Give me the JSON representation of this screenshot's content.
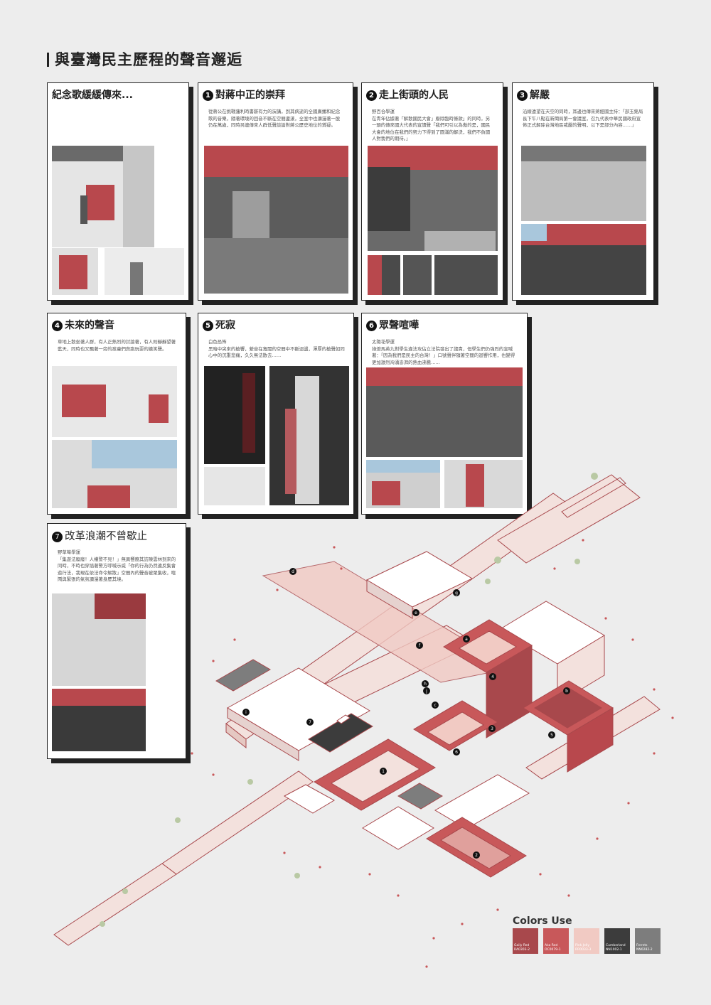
{
  "title": "與臺灣民主歷程的聲音邂逅",
  "cards": [
    {
      "num": "",
      "title": "紀念歌緩緩傳來...",
      "text": ""
    },
    {
      "num": "1",
      "title": "對蔣中正的崇拜",
      "text": "從蔣公在挑戰藩利時書跡有力的演講，到其病逝的全國廣播和紀念歌的音樂，隨著環境的回音不斷在空間盪漾，全室中也瀰漫著一股仍在萬歲，同時另邊傳來人群低聲談論對蔣公歷史地位的質疑。"
    },
    {
      "num": "2",
      "title": "走上街頭的人民",
      "text": "野百合學運\n在青年佔據著「解散國民大會」廢除臨時條款」的同時，另一頭的傳來國大代表的宣讀聲「我們可引以為傲的是，國民大會的地位在我們的努力下得到了圓滿的解決，我們不負國人對我們的期待。」"
    },
    {
      "num": "3",
      "title": "解嚴",
      "text": "沿線遠望在天空的同時，耳邊也傳來蔣經國主持：「部玉銘局長下午八點在新聞局第一會議室，召九代表中華民國政府宣佈正式解除台灣地區戒嚴的聲明，以下是部分內容……」"
    },
    {
      "num": "4",
      "title": "未來的聲音",
      "text": "草地上散坐著人群，有人正熱烈的討論著，有人則靜靜望著藍天，同時也又飄著一旁的孩童們奔跑玩耍的嬉笑聲。"
    },
    {
      "num": "5",
      "title": "死寂",
      "text": "白色恐怖\n黑暗中突來的槍響，縈音在寬闊的空間中不斷迴盪，渾厚的槍聲如同心中的沉重悲痛，久久無法散去……"
    },
    {
      "num": "6",
      "title": "眾聲喧嘩",
      "text": "太陽花學運\n綠燈馬英九對學生違法攻佔立法院發出了譴責，但學生們仍強烈的宣喊著：「因為我們是民主的台灣！」口號聲伴隨著空間的迴響作用，也變得更加激烈洶湧澎湃的熱血沸騰……"
    },
    {
      "num": "7",
      "title": "改革浪潮不曾歇止",
      "text": "野草莓學運\n「集遊法廢廢！人權警不見！」無異響應其訪陳雲林到來的同時，不時也穿插著警方呼喊示威「你的行為仍然違反集會遊行法，我現在依法命令解散」空間內的聲音被聚集收，喧鬧與緊張的氣氛瀰漫著身歷其境。"
    }
  ],
  "plan_markers": [
    "1",
    "2",
    "3",
    "4",
    "5",
    "6",
    "7",
    "a",
    "b",
    "c",
    "d",
    "e",
    "f",
    "g",
    "h",
    "i",
    "j"
  ],
  "legend": {
    "title": "Colors Use",
    "swatches": [
      {
        "label": "Gaily Red\nRA0303-2",
        "color": "#a8484c"
      },
      {
        "label": "Aka Red\nOC0079-1",
        "color": "#c8585a"
      },
      {
        "label": "Pink Jelly\nRR0033-3",
        "color": "#f1cac3"
      },
      {
        "label": "Cumberland\nNN1002-1",
        "color": "#3c3c3c"
      },
      {
        "label": "Ferrets\nNN0282-2",
        "color": "#7d7d7d"
      }
    ]
  }
}
